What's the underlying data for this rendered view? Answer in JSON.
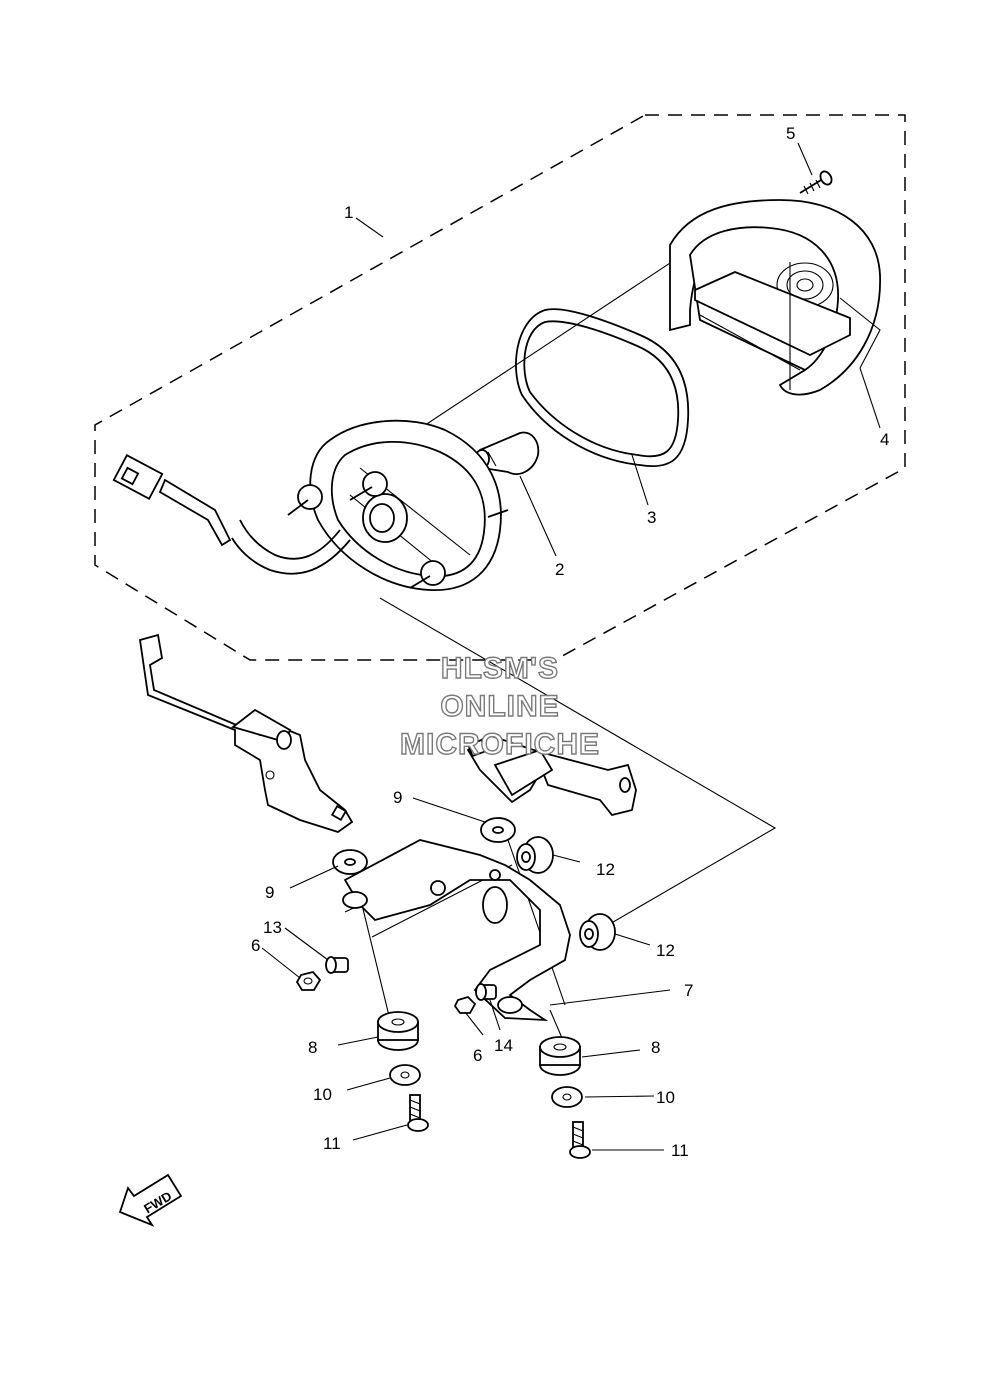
{
  "diagram": {
    "watermark": [
      "HLSM'S",
      "ONLINE",
      "MICROFICHE"
    ],
    "direction_label": "FWD",
    "callouts": {
      "c1": "1",
      "c2": "2",
      "c3": "3",
      "c4": "4",
      "c5": "5",
      "c6a": "6",
      "c6b": "6",
      "c7": "7",
      "c8a": "8",
      "c8b": "8",
      "c9a": "9",
      "c9b": "9",
      "c10a": "10",
      "c10b": "10",
      "c11a": "11",
      "c11b": "11",
      "c12a": "12",
      "c12b": "12",
      "c13": "13",
      "c14": "14"
    }
  }
}
